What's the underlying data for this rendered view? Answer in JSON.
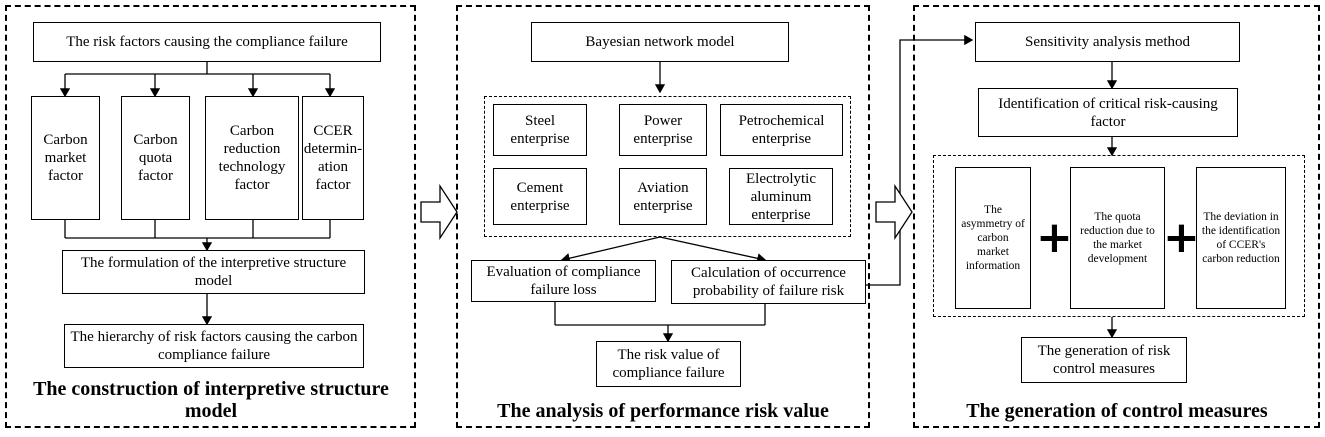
{
  "panel1": {
    "top_box": "The risk factors causing the compliance failure",
    "factors": [
      "Carbon market factor",
      "Carbon quota factor",
      "Carbon reduction technology factor",
      "CCER determin-ation factor"
    ],
    "formulation": "The formulation of the interpretive structure model",
    "hierarchy": "The hierarchy of risk factors causing the carbon compliance failure",
    "title": "The construction of interpretive structure model"
  },
  "panel2": {
    "top_box": "Bayesian network model",
    "enterprises": [
      "Steel enterprise",
      "Power enterprise",
      "Petrochemical enterprise",
      "Cement enterprise",
      "Aviation enterprise",
      "Electrolytic aluminum enterprise"
    ],
    "evaluation": "Evaluation of compliance failure loss",
    "calculation": "Calculation of occurrence probability of failure risk",
    "risk_value": "The risk value of compliance failure",
    "title": "The analysis of performance risk value"
  },
  "panel3": {
    "top_box": "Sensitivity analysis method",
    "identification": "Identification of critical risk-causing factor",
    "factors": [
      "The asymmetry of carbon market information",
      "The quota reduction due to the market development",
      "The deviation in the identification of CCER's carbon reduction"
    ],
    "plus": "+",
    "generation": "The generation of risk control measures",
    "title": "The generation of  control measures"
  }
}
